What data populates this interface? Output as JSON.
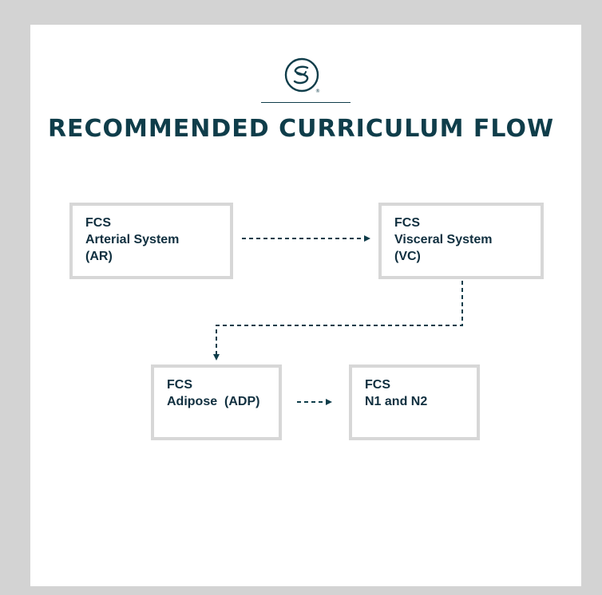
{
  "header": {
    "title": "RECOMMENDED CURRICULUM FLOW",
    "logo_icon": "sc-circle-logo-icon",
    "logo_mark": "®"
  },
  "colors": {
    "background": "#d3d3d3",
    "card": "#ffffff",
    "title": "#0f3d4a",
    "box_border": "#d7d7d7",
    "box_text": "#102f3f",
    "arrow": "#0f3d4a"
  },
  "nodes": [
    {
      "id": "ar",
      "line1": "FCS",
      "line2": "Arterial System",
      "line3": "(AR)"
    },
    {
      "id": "vc",
      "line1": "FCS",
      "line2": "Visceral System",
      "line3": "(VC)"
    },
    {
      "id": "adp",
      "line1": "FCS",
      "line2": "Adipose  (ADP)"
    },
    {
      "id": "n",
      "line1": "FCS",
      "line2": "N1 and N2"
    }
  ],
  "edges": [
    {
      "from": "ar",
      "to": "vc",
      "style": "dashed"
    },
    {
      "from": "vc",
      "to": "adp",
      "style": "dashed"
    },
    {
      "from": "adp",
      "to": "n",
      "style": "dashed"
    }
  ]
}
